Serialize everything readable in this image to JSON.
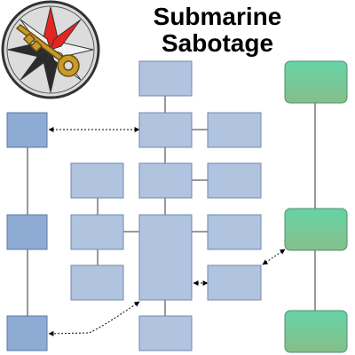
{
  "title": {
    "line1": "Submarine",
    "line2": "Sabotage"
  },
  "logo": {
    "icon": "compass-star-with-key",
    "colors": {
      "ring": "#333333",
      "disc": "#dcdcdc",
      "star_dark": "#2b2b2b",
      "star_red": "#e52521",
      "star_light": "#f2f2f2",
      "key": "#c79a2a"
    }
  },
  "node_colors": {
    "light_blue_fill": "#b0c4e0",
    "light_blue_stroke": "#6f89ad",
    "dark_blue_fill": "#8eabd4",
    "dark_blue_stroke": "#5c7aa5",
    "green_fill": "#6fcf9f",
    "green_stroke": "#4f8f6d",
    "connector": "#333333"
  }
}
